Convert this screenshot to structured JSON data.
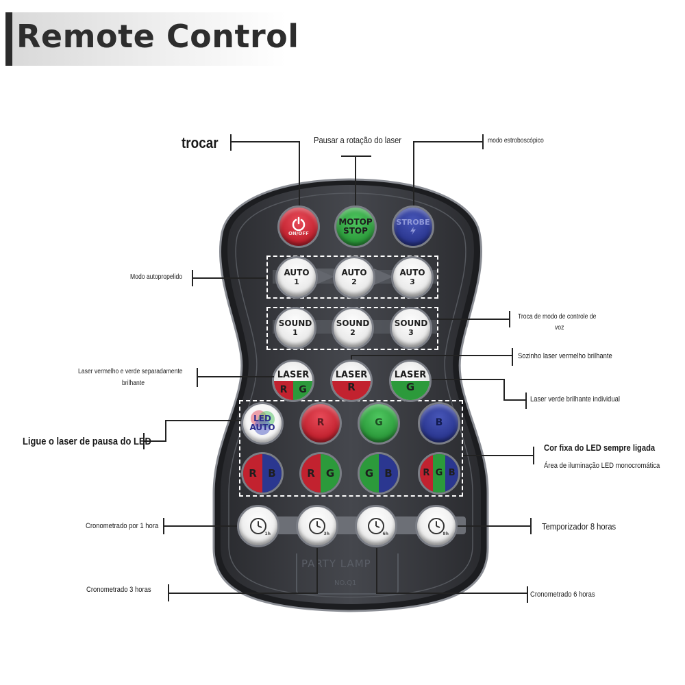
{
  "header": {
    "title": "Remote Control"
  },
  "remote": {
    "top_buttons": [
      {
        "line1": "ON/OFF",
        "icon": "power-icon"
      },
      {
        "line1": "MOTOP",
        "line2": "STOP"
      },
      {
        "line1": "STROBE",
        "icon": "lightning-icon"
      }
    ],
    "auto_buttons": [
      {
        "label": "AUTO",
        "num": "1"
      },
      {
        "label": "AUTO",
        "num": "2"
      },
      {
        "label": "AUTO",
        "num": "3"
      }
    ],
    "sound_buttons": [
      {
        "label": "SOUND",
        "num": "1"
      },
      {
        "label": "SOUND",
        "num": "2"
      },
      {
        "label": "SOUND",
        "num": "3"
      }
    ],
    "laser_buttons": [
      {
        "label": "LASER",
        "a": "R",
        "b": "G"
      },
      {
        "label": "LASER",
        "a": "R"
      },
      {
        "label": "LASER",
        "a": "G"
      }
    ],
    "led_auto": {
      "line1": "LED",
      "line2": "AUTO"
    },
    "color_buttons": [
      "R",
      "G",
      "B"
    ],
    "mix_buttons": [
      {
        "a": "R",
        "b": "B"
      },
      {
        "a": "R",
        "b": "G"
      },
      {
        "a": "G",
        "b": "B"
      },
      {
        "a": "R",
        "b": "G",
        "c": "B"
      }
    ],
    "timer_buttons": [
      "1h",
      "3h",
      "6h",
      "8h"
    ],
    "brand": "PARTY LAMP",
    "model": "NO.Q1"
  },
  "callouts": {
    "trocar": "trocar",
    "pausar": "Pausar a rotação do laser",
    "strobe": "modo estroboscópico",
    "auto": "Modo autopropelido",
    "voz_line1": "Troca de modo de controle de",
    "voz_line2": "voz",
    "sozinho_vermelho": "Sozinho laser vermelho brilhante",
    "laser_rg_line1": "Laser vermelho e verde separadamente",
    "laser_rg_line2": "brilhante",
    "laser_verde": "Laser verde brilhante individual",
    "led_pausa": "Ligue o laser de pausa do LED",
    "cor_fixa": "Cor fixa do LED sempre ligada",
    "area_led": "Área de iluminação LED monocromática",
    "crono_1": "Cronometrado por 1 hora",
    "temporizador_8": "Temporizador 8 horas",
    "crono_3": "Cronometrado 3 horas",
    "crono_6": "Cronometrado 6 horas"
  },
  "colors": {
    "remote_body": "#3b3c41",
    "remote_rim": "#8a8d94",
    "red": "#c2222f",
    "green": "#2c9a3b",
    "blue": "#2b3790",
    "line": "#222222"
  }
}
